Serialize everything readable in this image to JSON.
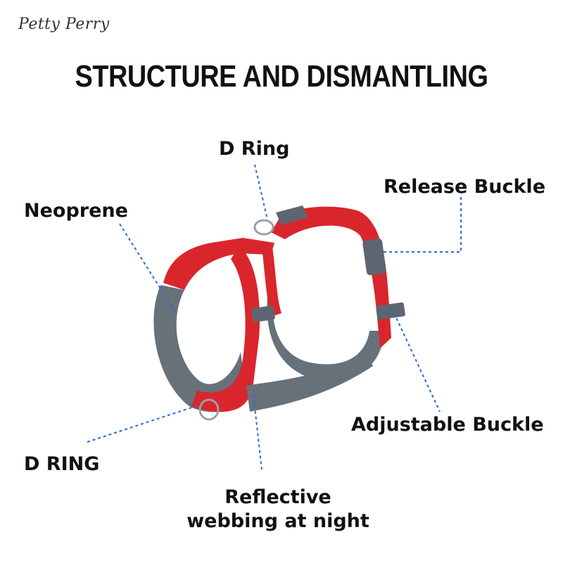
{
  "brand": {
    "name": "Petty Perry"
  },
  "title": "STRUCTURE AND DISMANTLING",
  "labels": {
    "d_ring_top": "D Ring",
    "release_buckle": "Release Buckle",
    "neoprene": "Neoprene",
    "adjustable_buckle": "Adjustable Buckle",
    "d_ring_bottom": "D RING",
    "reflective_line1": "Reflective",
    "reflective_line2": "webbing at night"
  },
  "colors": {
    "webbing_red": "#d9262c",
    "padding_gray": "#67717a",
    "buckle_gray": "#5d6670",
    "leader_line": "#2a6bd6"
  }
}
